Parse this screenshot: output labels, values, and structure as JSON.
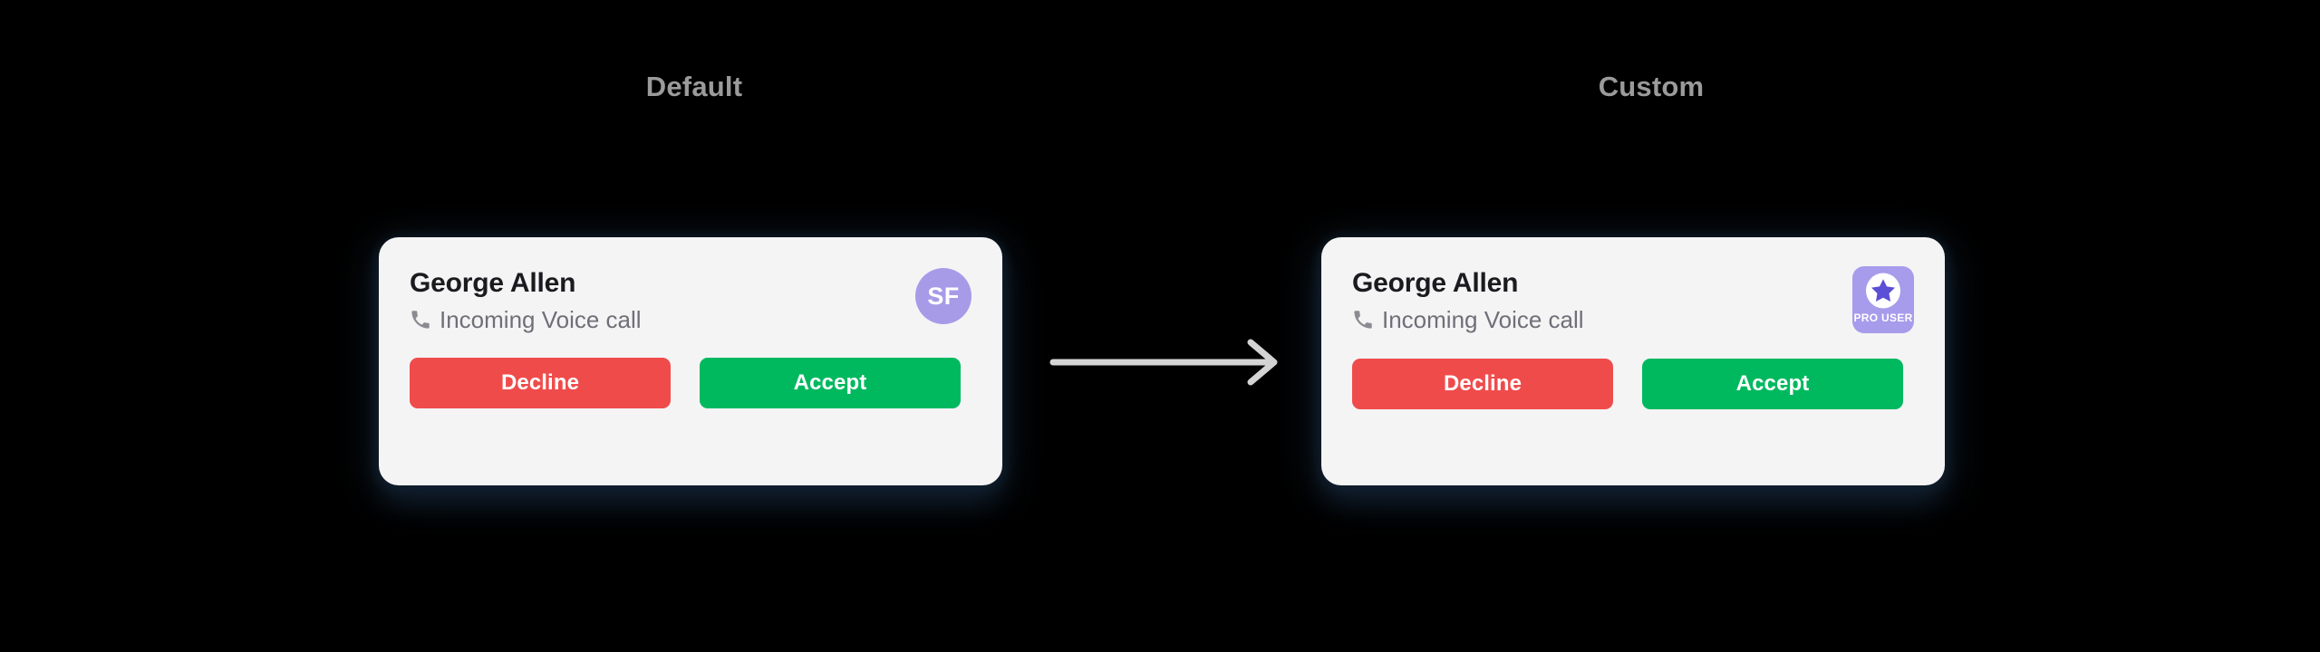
{
  "page": {
    "background_color": "#000000",
    "arrow_color": "#d4d4d4"
  },
  "columns": [
    {
      "key": "default",
      "label": "Default"
    },
    {
      "key": "custom",
      "label": "Custom"
    }
  ],
  "cards": {
    "default": {
      "caller_name": "George Allen",
      "call_status": "Incoming Voice call",
      "phone_icon": "phone-icon",
      "avatar": {
        "initials": "SF",
        "background_color": "#a79be8",
        "text_color": "#ffffff",
        "shape": "circle"
      },
      "buttons": {
        "decline": {
          "label": "Decline",
          "color": "#f04b4b"
        },
        "accept": {
          "label": "Accept",
          "color": "#00b95f"
        }
      },
      "background_color": "#f4f4f5"
    },
    "custom": {
      "caller_name": "George Allen",
      "call_status": "Incoming Voice call",
      "phone_icon": "phone-icon",
      "badge": {
        "label": "PRO USER",
        "icon": "star-icon",
        "background_color": "#a79bec",
        "star_color": "#5b4fd6",
        "star_backdrop_color": "#ffffff",
        "text_color": "#ffffff",
        "shape": "rounded-square"
      },
      "buttons": {
        "decline": {
          "label": "Decline",
          "color": "#f04b4b"
        },
        "accept": {
          "label": "Accept",
          "color": "#00b95f"
        }
      },
      "background_color": "#f4f4f5"
    }
  },
  "arrow": {
    "icon": "arrow-right-icon",
    "direction": "right"
  }
}
